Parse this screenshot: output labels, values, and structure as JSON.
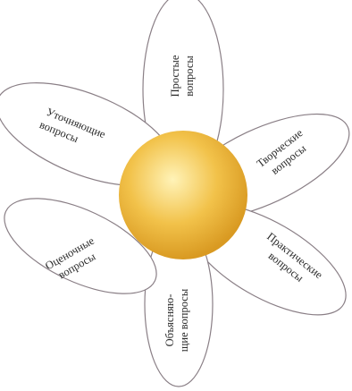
{
  "petals": [
    {
      "line1": "Простые",
      "line2": "вопросы"
    },
    {
      "line1": "Творческие",
      "line2": "вопросы"
    },
    {
      "line1": "Практические",
      "line2": "вопросы"
    },
    {
      "line1": "Объясняю-",
      "line2": "щие вопросы"
    },
    {
      "line1": "Оценочные",
      "line2": "вопросы"
    },
    {
      "line1": "Уточняющие",
      "line2": "вопросы"
    }
  ],
  "colors": {
    "center_light": "#fff3b8",
    "center_mid": "#f2c24a",
    "center_dark": "#d99a22",
    "petal_stroke": "#8a7f86"
  }
}
